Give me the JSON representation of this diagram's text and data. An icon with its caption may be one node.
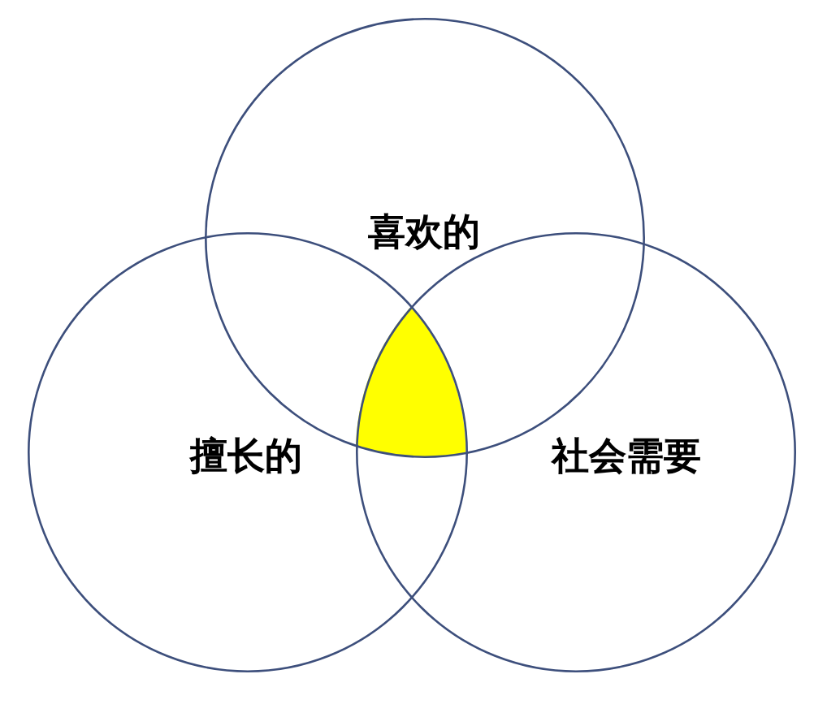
{
  "diagram": {
    "nodes": [
      {
        "text": [
          "喜欢的"
        ]
      },
      {
        "text": [
          "擅长的"
        ]
      },
      {
        "text": [
          "社会需要"
        ]
      },
      {
        "text": [],
        "shape": "triangle"
      }
    ]
  }
}
